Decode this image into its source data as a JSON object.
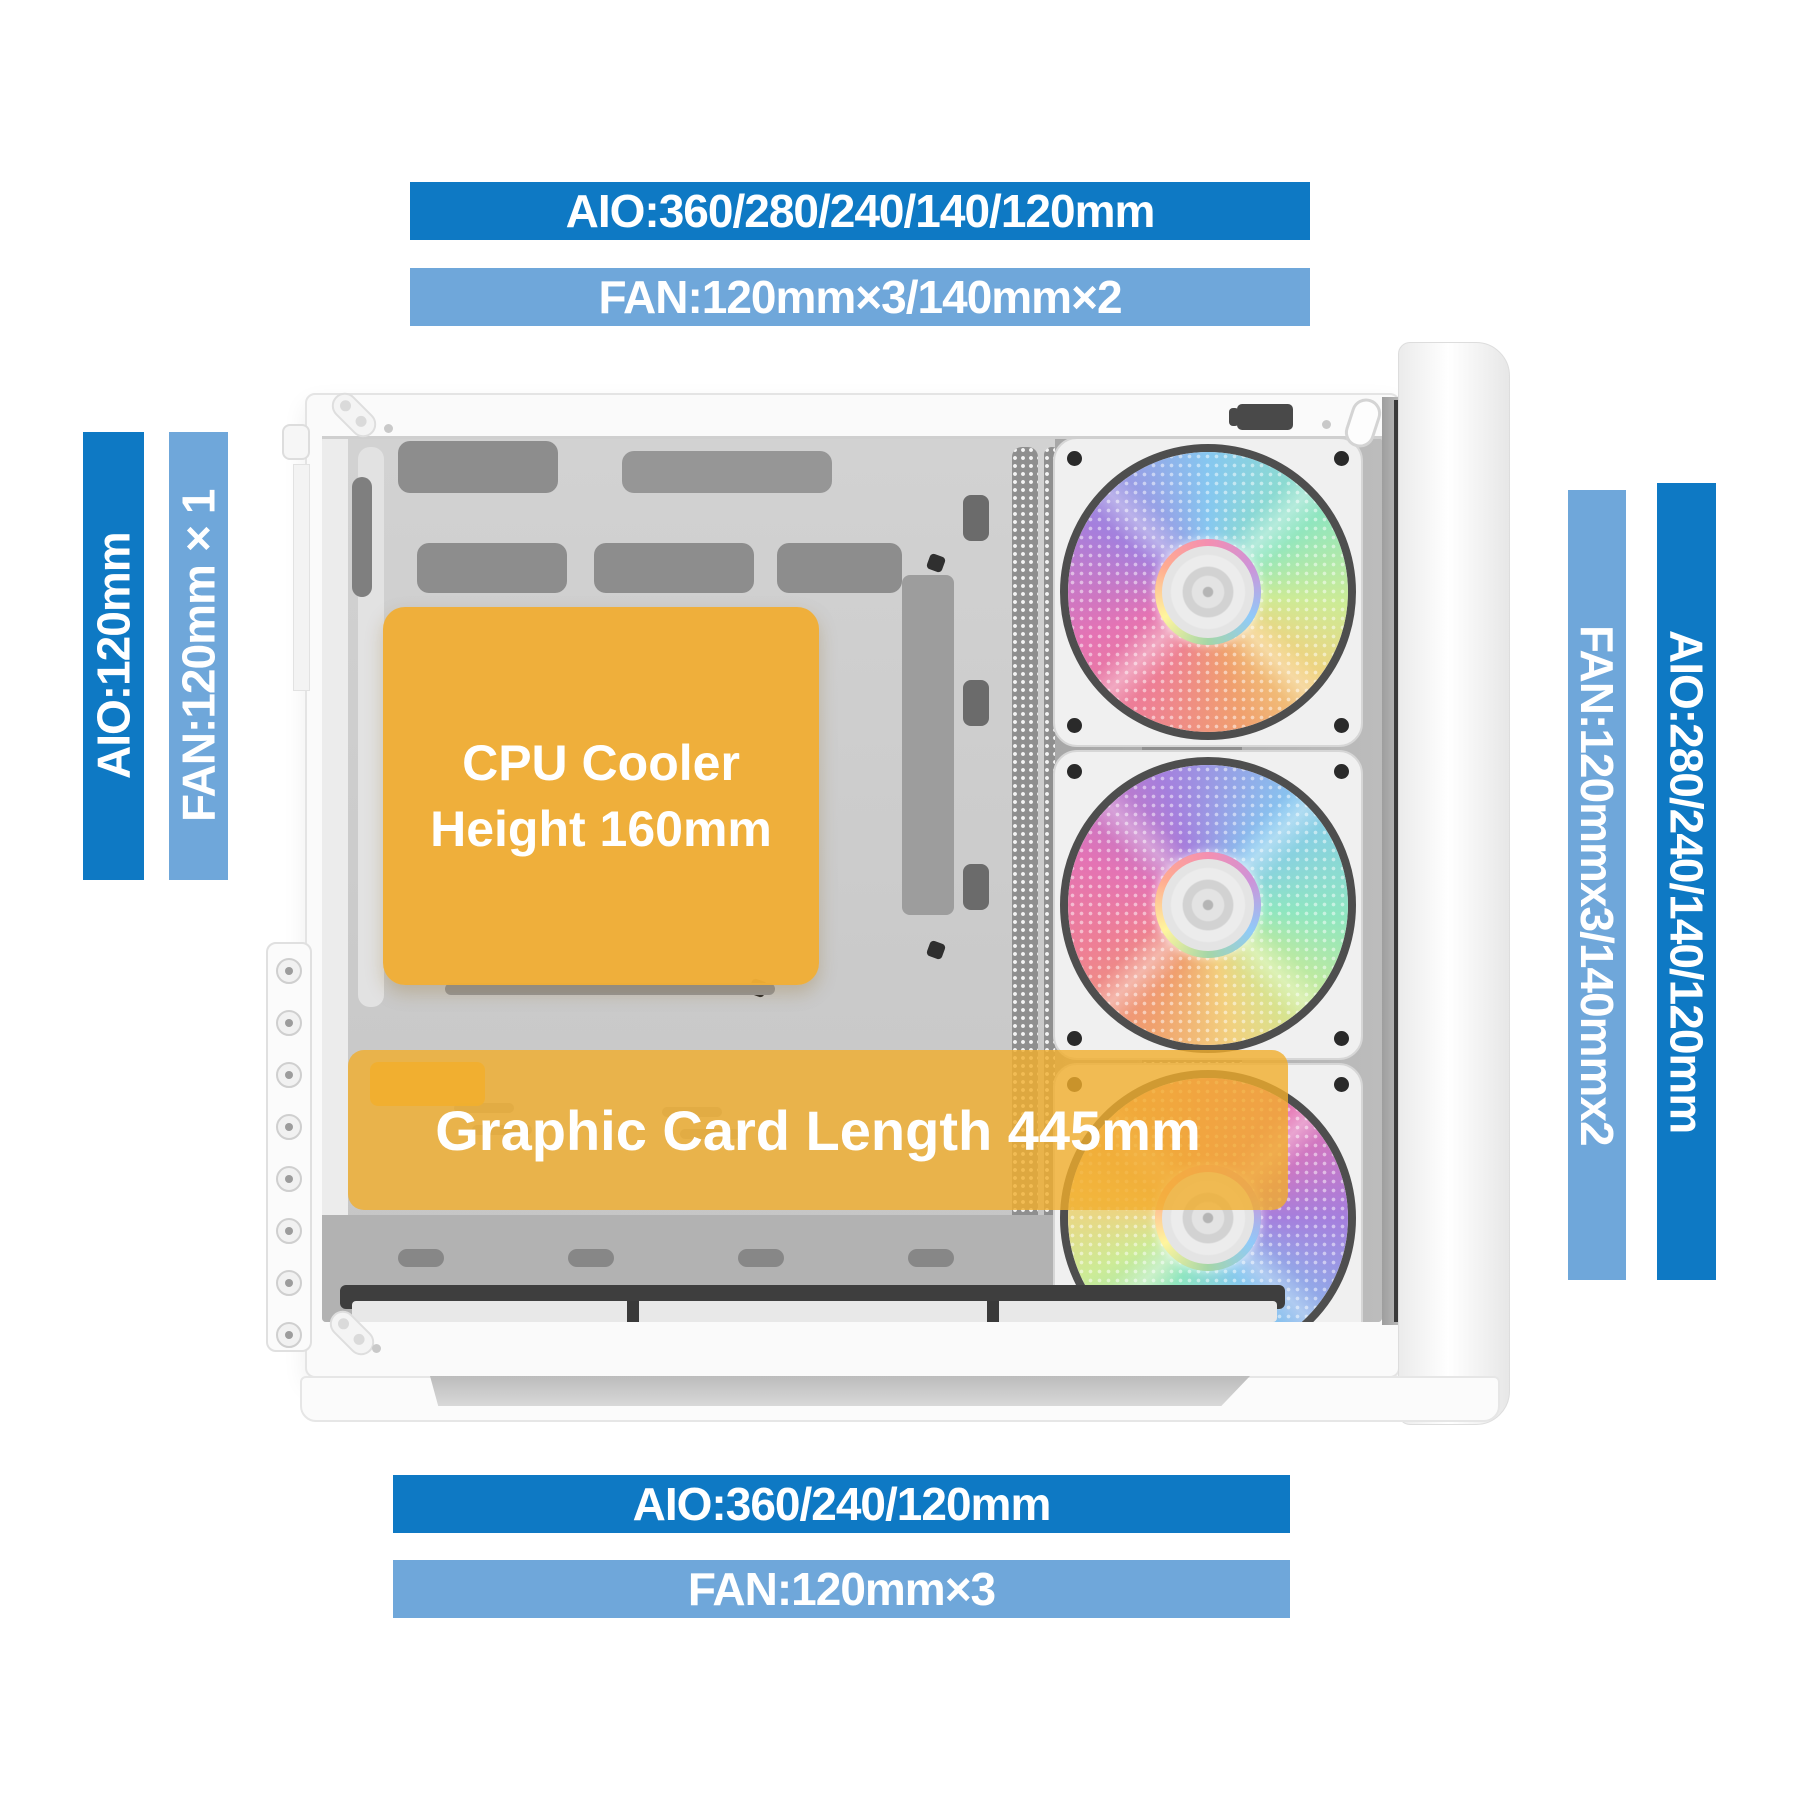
{
  "page": {
    "description": "PC case cooling clearance infographic",
    "background": "#ffffff"
  },
  "colors": {
    "banner_dark_blue": "#0e79c4",
    "banner_light_blue": "#6fa7da",
    "highlight_yellow": "#f0ad36",
    "highlight_yellow_translucent": "rgba(241,174,44,0.8)",
    "text_white": "#ffffff"
  },
  "banners": {
    "top_aio": "AIO:360/280/240/140/120mm",
    "top_fan": "FAN:120mm×3/140mm×2",
    "left_aio": "AIO:120mm",
    "left_fan": "FAN:120mm×1",
    "right_fan": "FAN:120mmx3/140mmx2",
    "right_aio": "AIO:280/240/140/120mm",
    "bottom_aio": "AIO:360/240/120mm",
    "bottom_fan": "FAN:120mm×3"
  },
  "overlays": {
    "cpu_cooler_line1": "CPU Cooler",
    "cpu_cooler_line2": "Height 160mm",
    "graphic_card": "Graphic Card Length 445mm"
  }
}
